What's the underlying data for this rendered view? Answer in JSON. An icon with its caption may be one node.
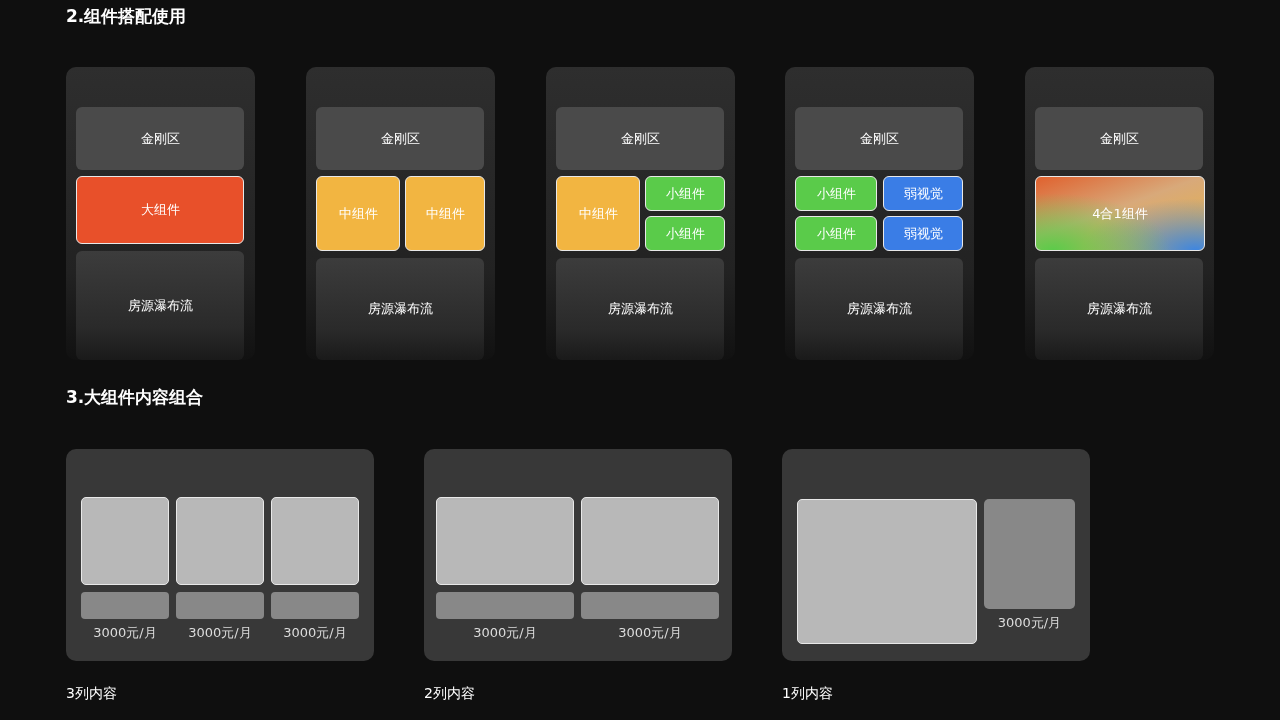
{
  "diagram": {
    "nodes": [
      {
        "text": [],
        "shape": "box"
      },
      {
        "text": [
          "金刚区"
        ],
        "in": 0
      },
      {
        "text": [
          "大组件"
        ],
        "in": 0
      },
      {
        "text": [
          "房源瀑布流"
        ],
        "in": 0
      },
      {
        "text": [],
        "shape": "box"
      },
      {
        "text": [
          "金刚区"
        ],
        "in": 4
      },
      {
        "text": [
          "中组件"
        ],
        "in": 4
      },
      {
        "text": [
          "中组件"
        ],
        "in": 4
      },
      {
        "text": [
          "房源瀑布流"
        ],
        "in": 4
      },
      {
        "text": [],
        "shape": "box"
      },
      {
        "text": [
          "金刚区"
        ],
        "in": 9
      },
      {
        "text": [
          "中组件"
        ],
        "in": 9
      },
      {
        "text": [
          "小组件"
        ],
        "in": 9
      },
      {
        "text": [
          "小组件"
        ],
        "in": 9
      },
      {
        "text": [
          "房源瀑布流"
        ],
        "in": 9
      },
      {
        "text": [],
        "shape": "box"
      },
      {
        "text": [
          "金刚区"
        ],
        "in": 15
      },
      {
        "text": [
          "小组件"
        ],
        "in": 15
      },
      {
        "text": [
          "弱视觉"
        ],
        "in": 15
      },
      {
        "text": [
          "小组件"
        ],
        "in": 15
      },
      {
        "text": [
          "弱视觉"
        ],
        "in": 15
      },
      {
        "text": [
          "房源瀑布流"
        ],
        "in": 15
      },
      {
        "text": [],
        "shape": "box"
      },
      {
        "text": [
          "金刚区"
        ],
        "in": 22
      },
      {
        "text": [
          "4合1组件"
        ],
        "in": 22
      },
      {
        "text": [
          "房源瀑布流"
        ],
        "in": 22
      },
      {
        "text": [],
        "shape": "box",
        "beside": [
          "3列内容"
        ]
      },
      {
        "text": [],
        "shape": "box",
        "in": 26
      },
      {
        "text": [],
        "shape": "box",
        "in": 26
      },
      {
        "text": [],
        "shape": "box",
        "in": 26
      },
      {
        "text": [],
        "shape": "bar",
        "in": 26,
        "beside": [
          "3000元/月"
        ]
      },
      {
        "text": [],
        "shape": "bar",
        "in": 26,
        "beside": [
          "3000元/月"
        ]
      },
      {
        "text": [],
        "shape": "bar",
        "in": 26,
        "beside": [
          "3000元/月"
        ]
      },
      {
        "text": [],
        "shape": "box",
        "beside": [
          "2列内容"
        ]
      },
      {
        "text": [],
        "shape": "box",
        "in": 33
      },
      {
        "text": [],
        "shape": "box",
        "in": 33
      },
      {
        "text": [],
        "shape": "bar",
        "in": 33,
        "beside": [
          "3000元/月"
        ]
      },
      {
        "text": [],
        "shape": "bar",
        "in": 33,
        "beside": [
          "3000元/月"
        ]
      },
      {
        "text": [],
        "shape": "box",
        "beside": [
          "1列内容"
        ]
      },
      {
        "text": [],
        "shape": "box",
        "in": 38
      },
      {
        "text": [],
        "shape": "box",
        "in": 38,
        "beside": [
          "3000元/月"
        ]
      }
    ],
    "labels": [
      "2.组件搭配使用",
      "3.大组件内容组合"
    ]
  }
}
